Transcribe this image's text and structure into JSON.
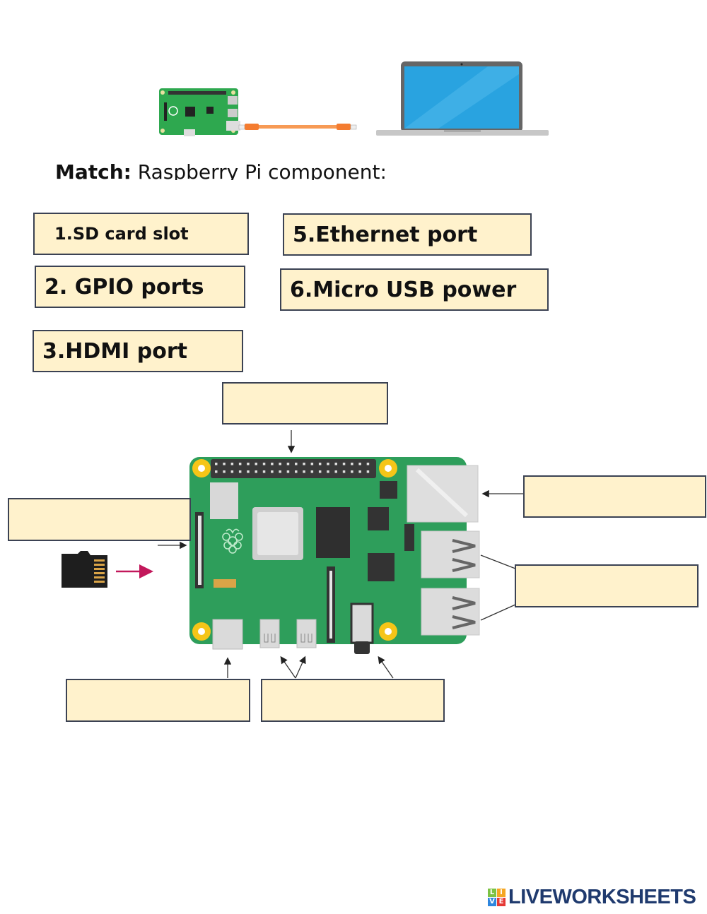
{
  "heading": {
    "bold_part": "Match:",
    "rest": " Raspberry Pi component:"
  },
  "labels": [
    {
      "id": "sd",
      "text": "1.SD card slot"
    },
    {
      "id": "gpio",
      "text": "2. GPIO ports"
    },
    {
      "id": "hdmi",
      "text": "3.HDMI port"
    },
    {
      "id": "ethernet",
      "text": "5.Ethernet port"
    },
    {
      "id": "usb_power",
      "text": "6.Micro USB power"
    }
  ],
  "answer_boxes": [
    {
      "target": "top-gpio-header",
      "value": ""
    },
    {
      "target": "left-sd-slot",
      "value": ""
    },
    {
      "target": "right-ethernet",
      "value": ""
    },
    {
      "target": "right-usb-ports",
      "value": ""
    },
    {
      "target": "bottom-power-port",
      "value": ""
    },
    {
      "target": "bottom-hdmi-audio",
      "value": ""
    }
  ],
  "icons": {
    "top_pi": "raspberry-pi-board-icon",
    "cable": "ethernet-cable-icon",
    "laptop": "laptop-icon",
    "sd_card": "micro-sd-card-icon",
    "board": "raspberry-pi-4-board-icon"
  },
  "logo": {
    "tiles": [
      "L",
      "I",
      "V",
      "E"
    ],
    "tile_colors": [
      "#7cc243",
      "#f5a623",
      "#2e86de",
      "#e53935"
    ],
    "text": "LIVEWORKSHEETS"
  },
  "colors": {
    "box_fill": "#FFF2CC",
    "box_border": "#3b4253",
    "board_green": "#2e9e5b",
    "brand_navy": "#1f3a6e",
    "sd_arrow": "#c2185b"
  }
}
